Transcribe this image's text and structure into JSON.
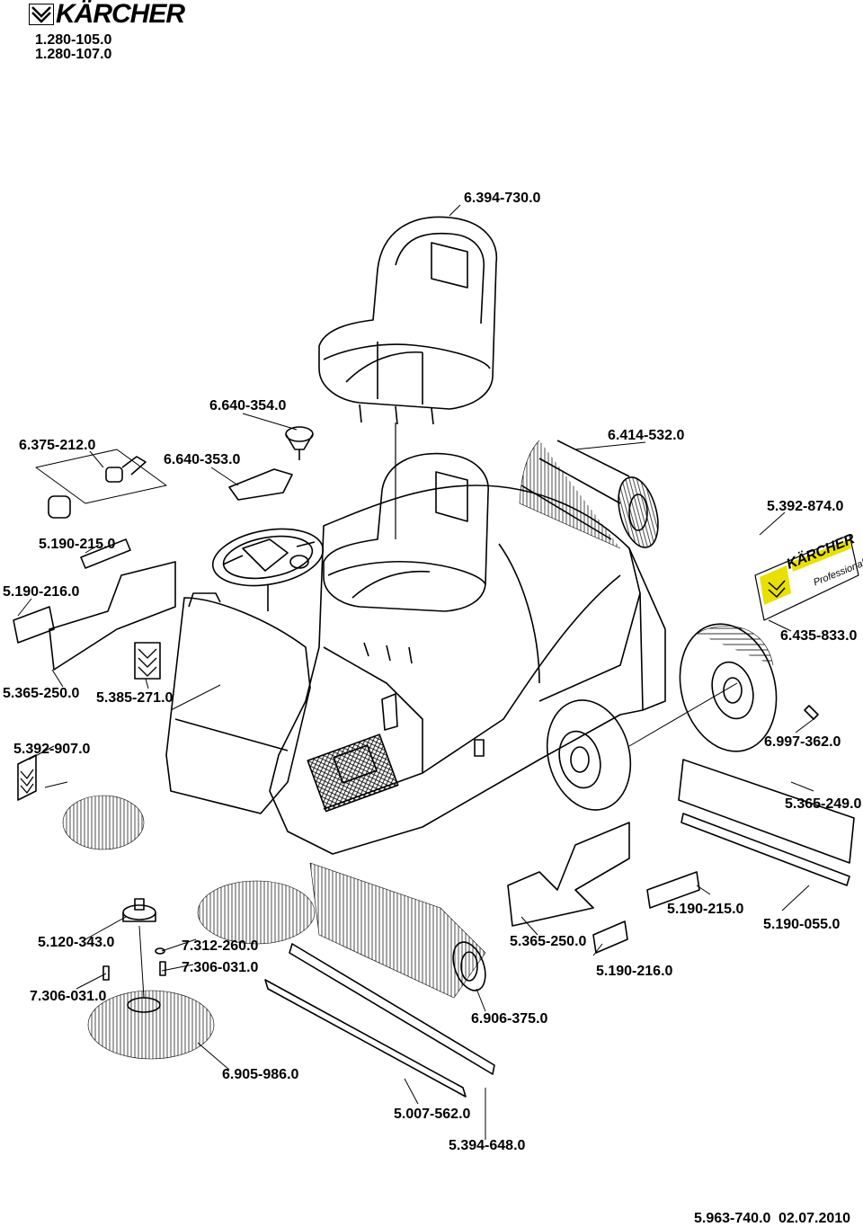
{
  "header": {
    "brand": "KÄRCHER",
    "model_numbers": [
      "1.280-105.0",
      "1.280-107.0"
    ]
  },
  "footer": {
    "document_number": "5.963-740.0",
    "date": "02.07.2010"
  },
  "decal": {
    "brand": "KÄRCHER",
    "subtitle": "Professional"
  },
  "parts": [
    "6.394-730.0",
    "6.640-354.0",
    "6.414-532.0",
    "6.375-212.0",
    "6.640-353.0",
    "5.392-874.0",
    "5.190-215.0",
    "5.190-216.0",
    "6.435-833.0",
    "5.365-250.0",
    "5.385-271.0",
    "5.392-907.0",
    "6.997-362.0",
    "5.365-249.0",
    "5.190-215.0",
    "5.190-055.0",
    "5.120-343.0",
    "7.312-260.0",
    "5.365-250.0",
    "7.306-031.0",
    "5.190-216.0",
    "7.306-031.0",
    "6.906-375.0",
    "6.905-986.0",
    "5.007-562.0",
    "5.394-648.0"
  ],
  "colors": {
    "ink": "#000000",
    "decal_yellow": "#e8e000",
    "background": "#ffffff"
  }
}
